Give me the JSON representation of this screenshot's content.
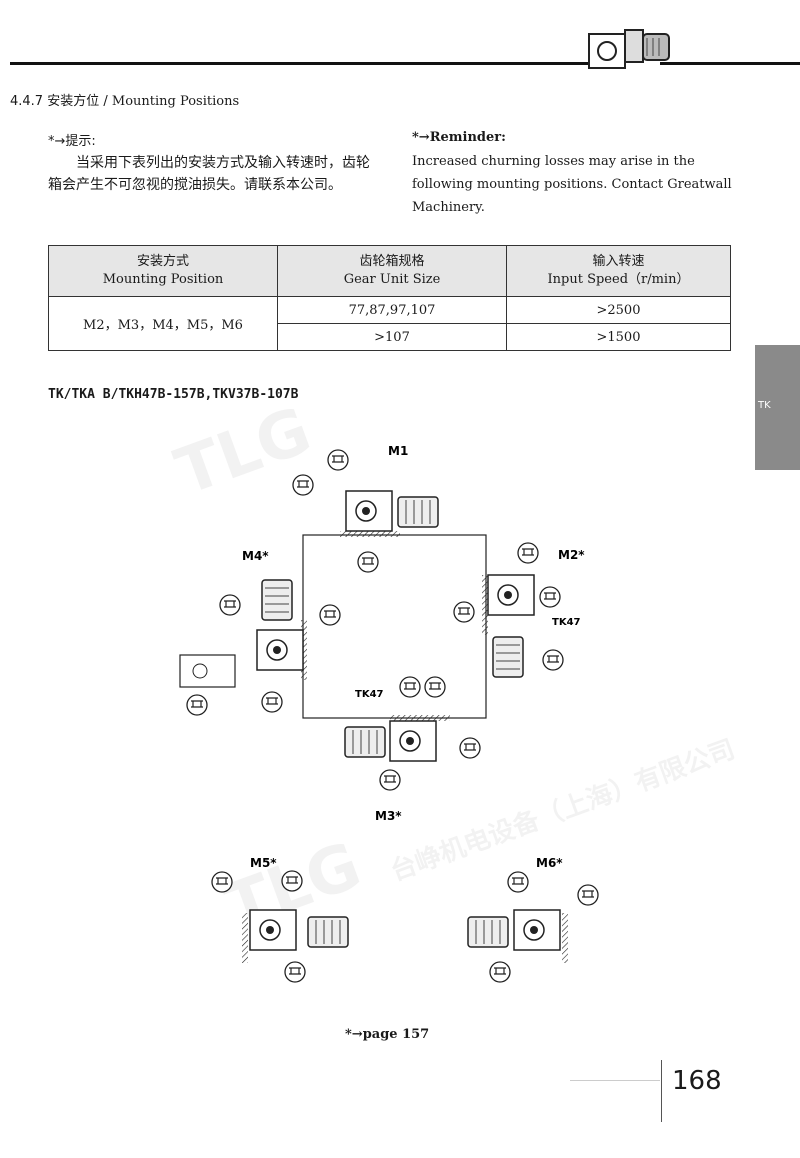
{
  "section": {
    "number": "4.4.7",
    "title_zh": "安装方位",
    "sep": "/",
    "title_en": "Mounting Positions"
  },
  "reminder_zh": {
    "heading": "*→提示:",
    "body": "当采用下表列出的安装方式及输入转速时，齿轮箱会产生不可忽视的搅油损失。请联系本公司。"
  },
  "reminder_en": {
    "heading": "*→Reminder:",
    "body": "Increased churning losses may arise in the following mounting positions. Contact Greatwall Machinery."
  },
  "table": {
    "headers": [
      {
        "zh": "安装方式",
        "en": "Mounting Position"
      },
      {
        "zh": "齿轮箱规格",
        "en": "Gear Unit Size"
      },
      {
        "zh": "输入转速",
        "en": "Input Speed（r/min）"
      }
    ],
    "position": "M2，M3，M4，M5，M6",
    "rows": [
      {
        "size": "77,87,97,107",
        "speed": ">2500"
      },
      {
        "size": ">107",
        "speed": ">1500"
      }
    ]
  },
  "series_title": "TK/TKA B/TKH47B-157B,TKV37B-107B",
  "side_tab": "TK",
  "diagram": {
    "labels": {
      "m1": "M1",
      "m2": "M2*",
      "m3": "M3*",
      "m4": "M4*",
      "m5": "M5*",
      "m6": "M6*"
    },
    "callouts": [
      "TK47",
      "TK47"
    ]
  },
  "watermark": {
    "logo": "TLG",
    "company": "台峥机电设备（上海）有限公司"
  },
  "footnote": "*→page 157",
  "page_number": "168"
}
